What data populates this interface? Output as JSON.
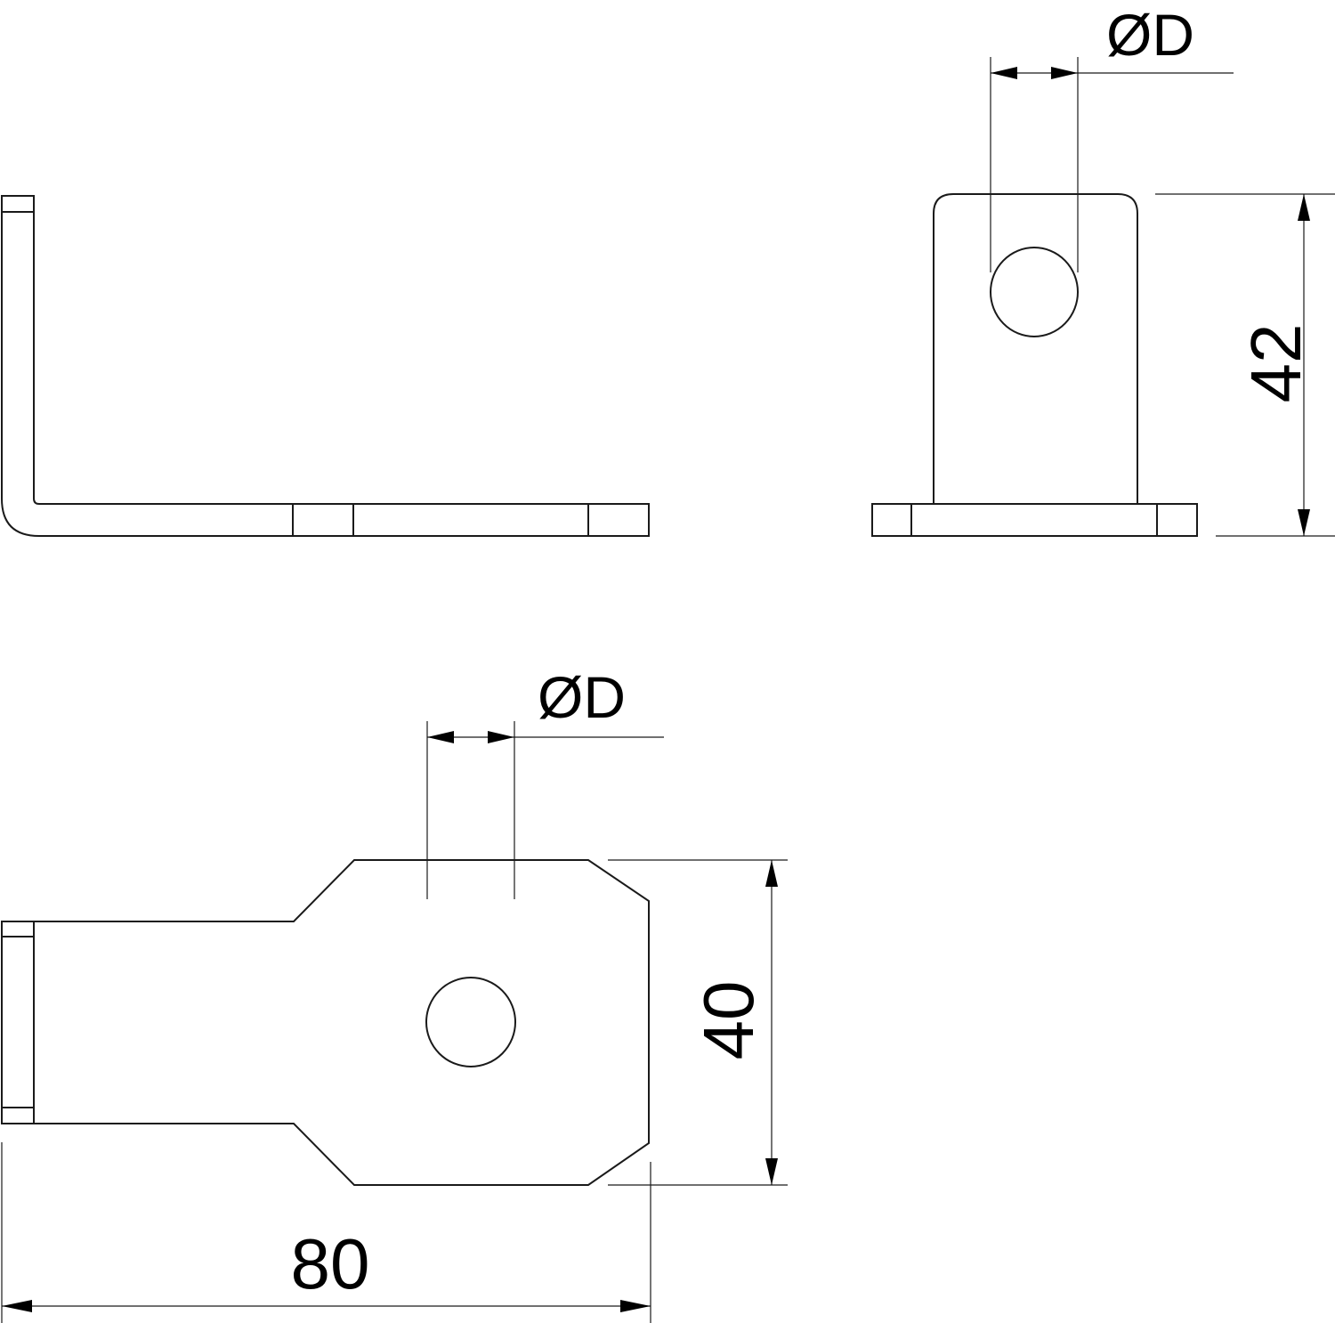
{
  "drawing": {
    "type": "technical-drawing",
    "views": {
      "side_view": {
        "name": "L-bracket side view"
      },
      "front_view": {
        "name": "front view with hole",
        "hole_label": "ØD",
        "height_label": "42"
      },
      "top_view": {
        "name": "top view with hole",
        "hole_label": "ØD",
        "width_label": "40",
        "length_label": "80"
      }
    },
    "colors": {
      "line": "#1a1a1a",
      "background": "#ffffff"
    }
  }
}
